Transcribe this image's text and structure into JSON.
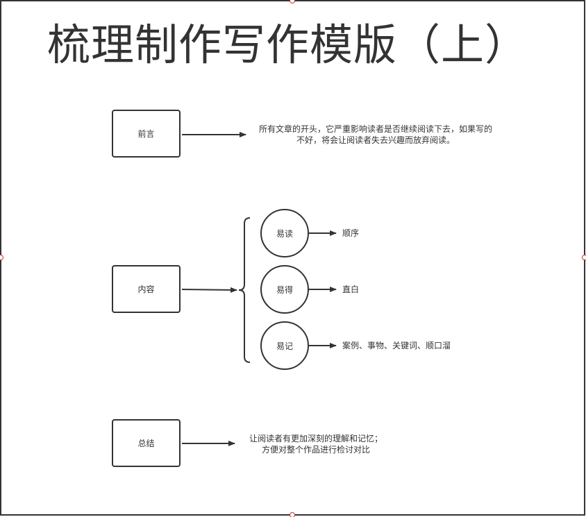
{
  "title": "梳理制作写作模版（上）",
  "sections": [
    {
      "label": "前言",
      "desc_lines": [
        "所有文章的开头，它严重影响读者是否继续阅读下去，如果写的",
        "不好，将会让阅读者失去兴趣而放弃阅读。"
      ]
    },
    {
      "label": "内容",
      "items": [
        {
          "label": "易读",
          "desc": "顺序"
        },
        {
          "label": "易得",
          "desc": "直白"
        },
        {
          "label": "易记",
          "desc": "案例、事物、关键词、顺口溜"
        }
      ]
    },
    {
      "label": "总结",
      "desc_lines": [
        "让阅读者有更加深刻的理解和记忆；",
        "方便对整个作品进行检讨对比"
      ]
    }
  ],
  "colors": {
    "stroke": "#333333",
    "handle": "#cc3333"
  }
}
